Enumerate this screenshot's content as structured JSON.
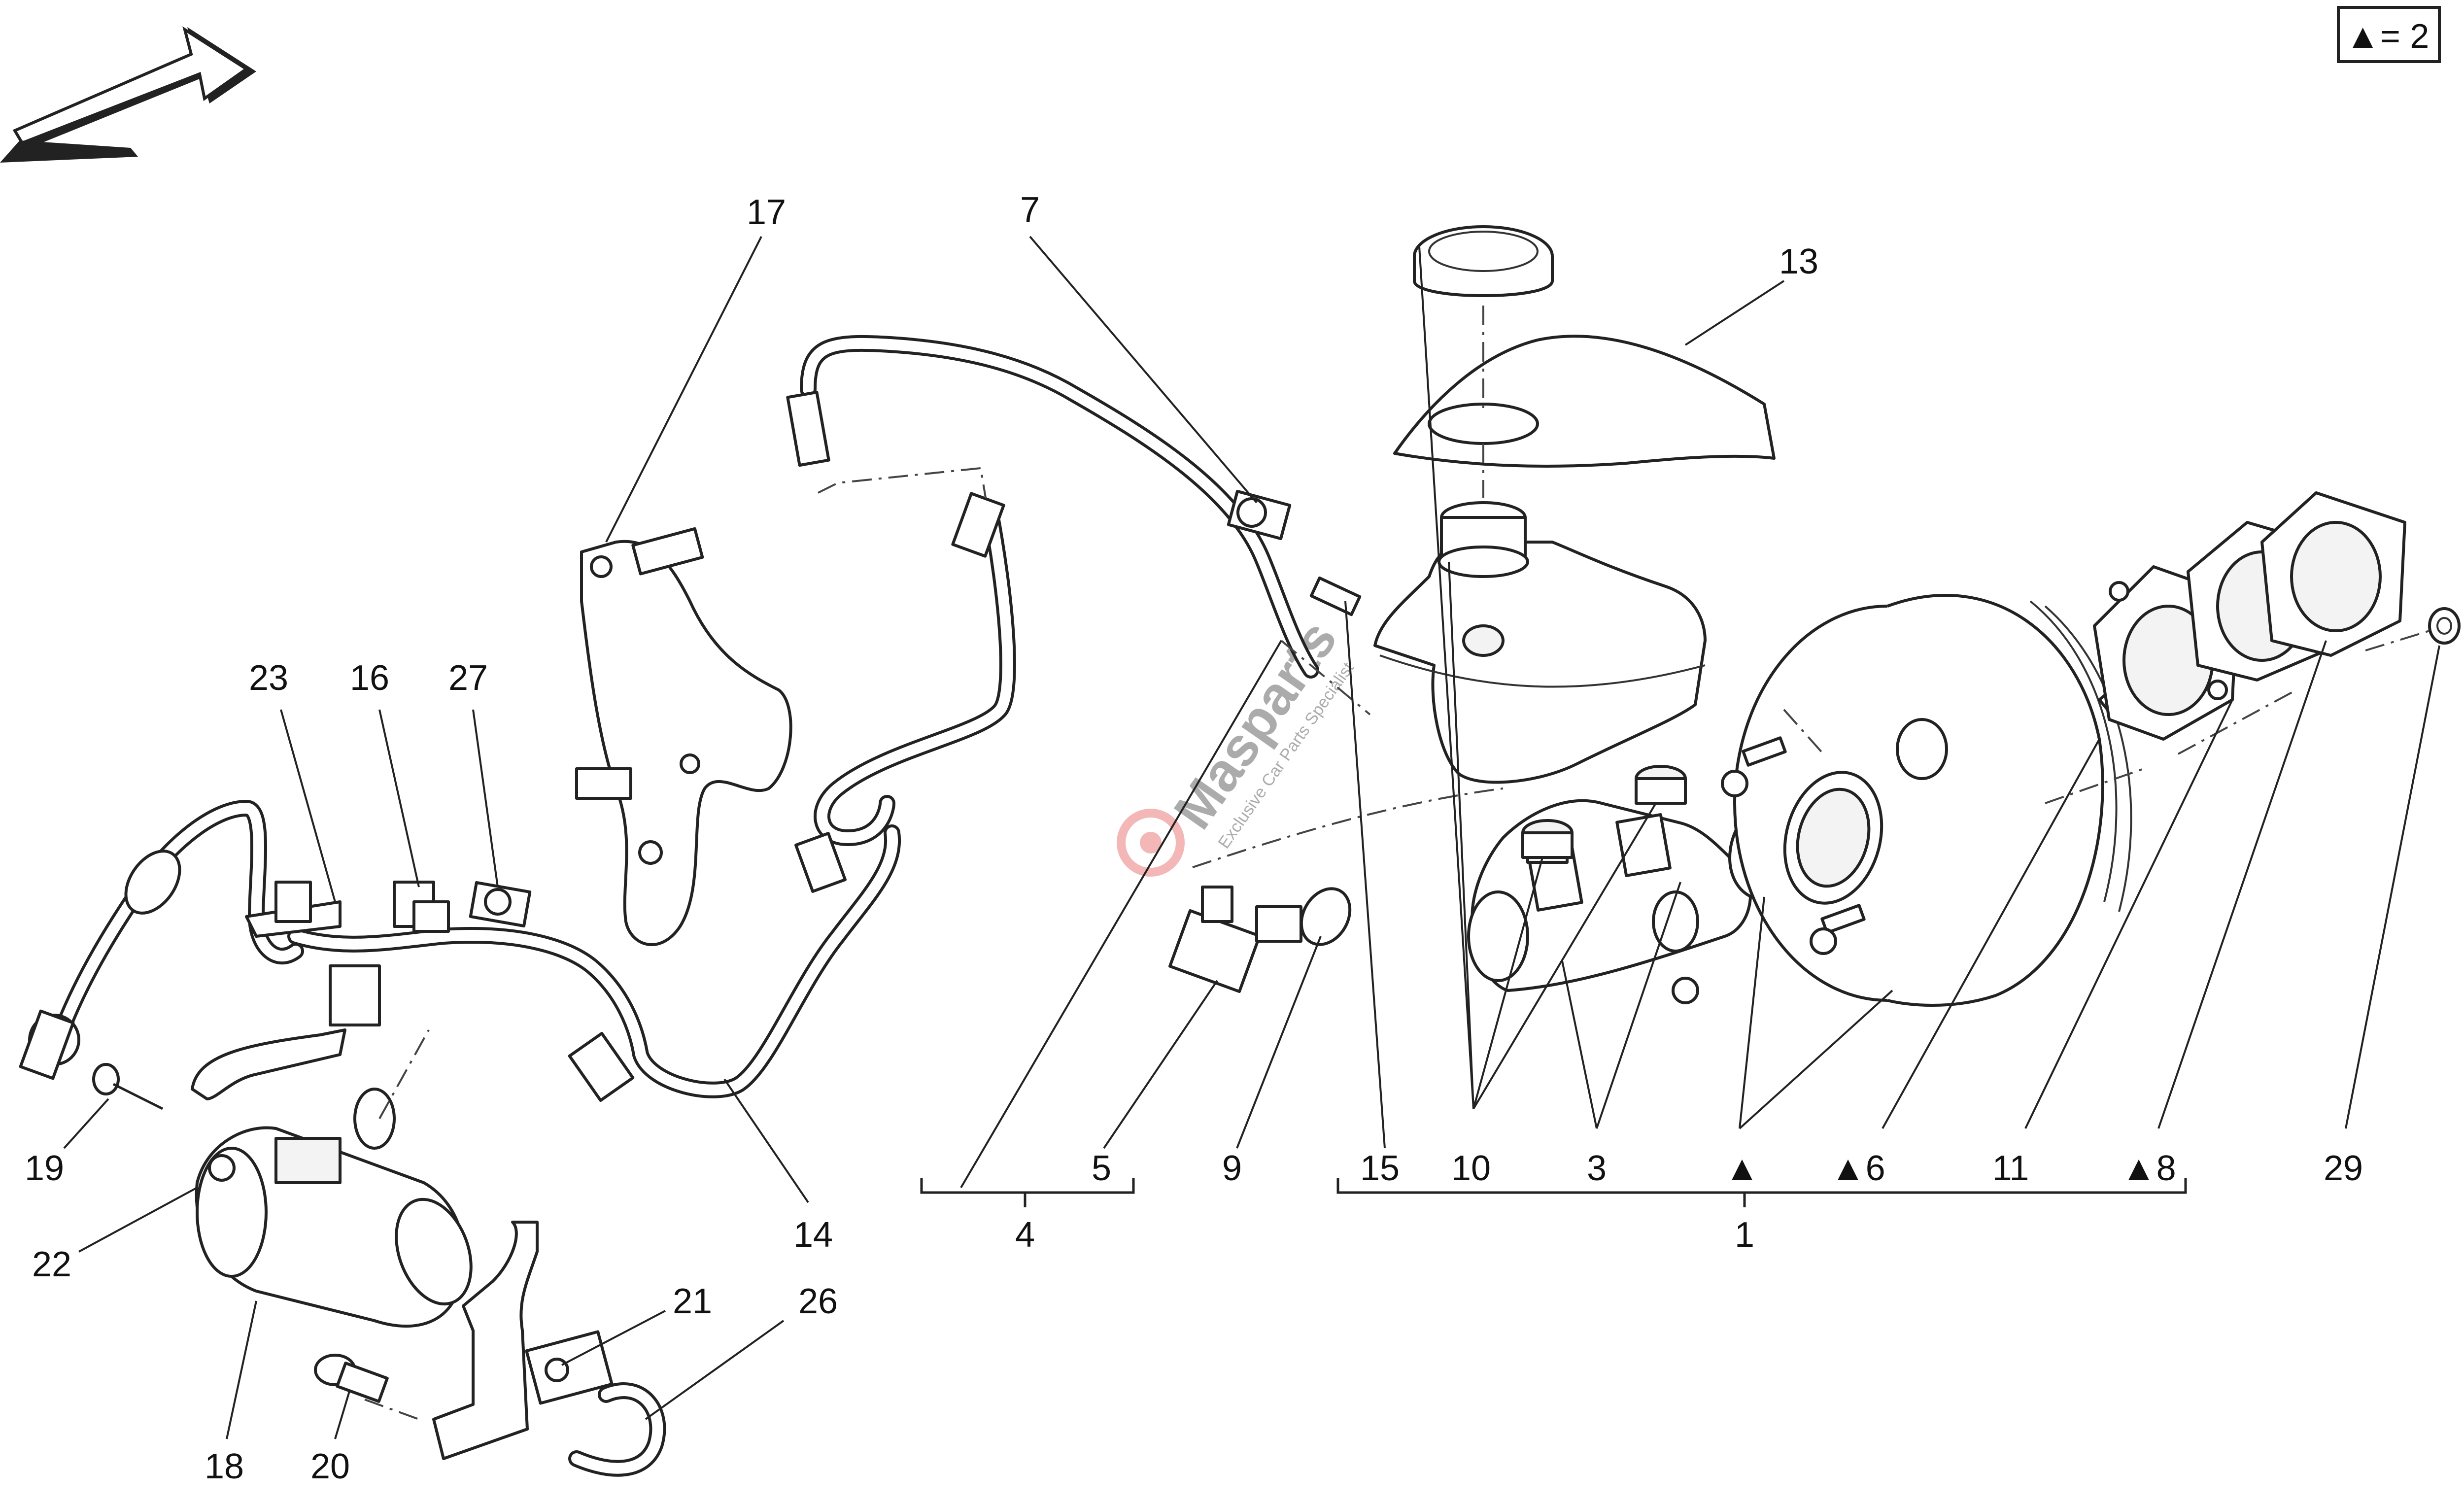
{
  "legend": {
    "triangle": "▲",
    "text": "= 2"
  },
  "labels": {
    "p17": "17",
    "p7": "7",
    "p13": "13",
    "p23": "23",
    "p16": "16",
    "p27": "27",
    "p19": "19",
    "p22": "22",
    "p18": "18",
    "p20": "20",
    "p21": "21",
    "p26": "26",
    "p14": "14",
    "p5": "5",
    "p4": "4",
    "p9": "9",
    "p15": "15",
    "p10": "10",
    "p3": "3",
    "p_tri": "▲",
    "p6": "▲6",
    "p11": "11",
    "p8": "▲8",
    "p1": "1",
    "p29": "29"
  },
  "watermark": {
    "brand": "Masparts",
    "tagline": "Exclusive Car Parts Specialist"
  }
}
